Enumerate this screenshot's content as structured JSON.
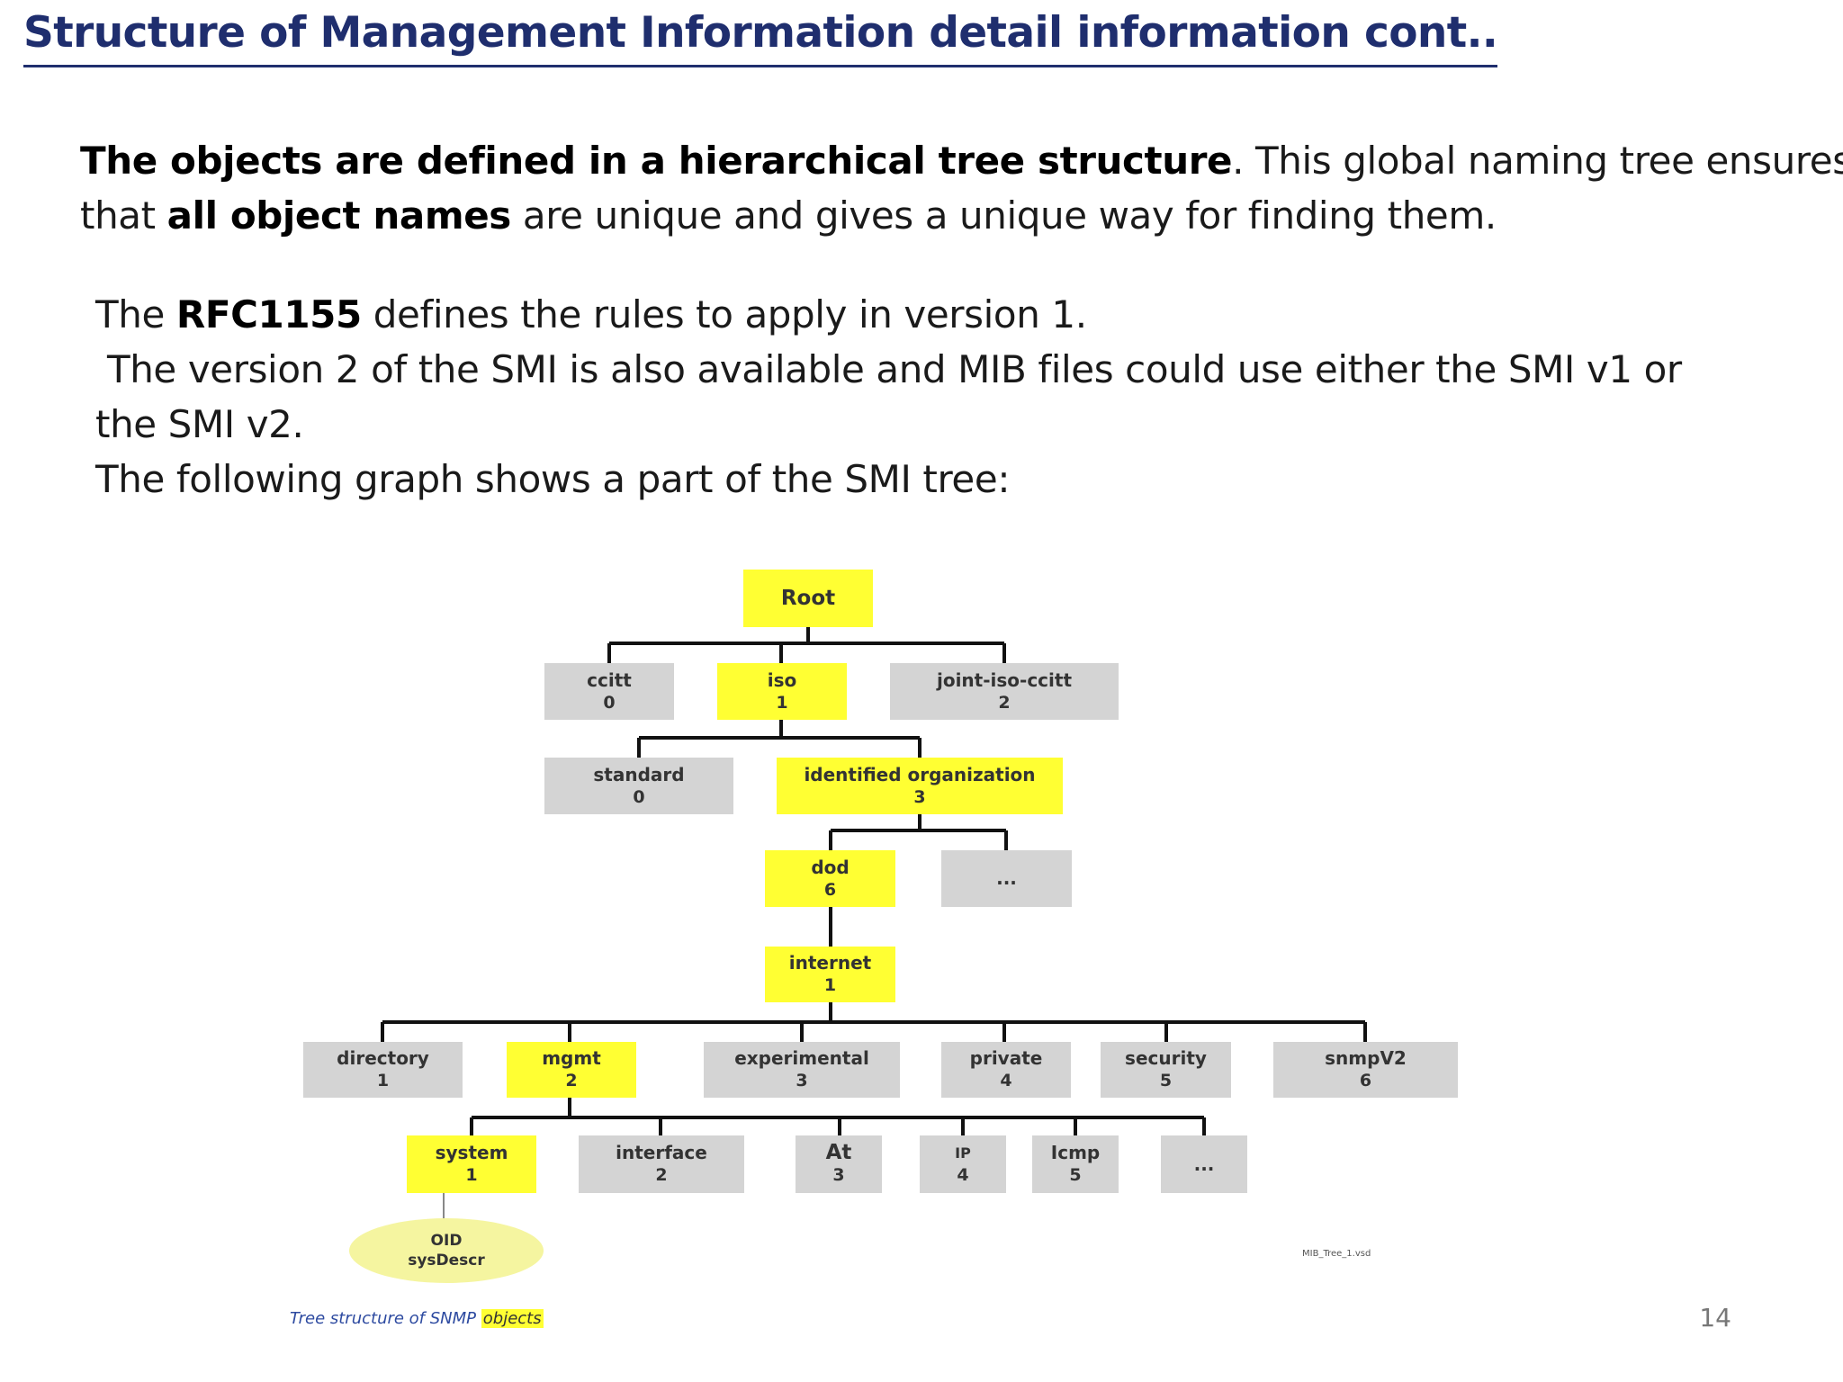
{
  "slide": {
    "title": "Structure of Management Information detail information cont..",
    "para1": {
      "bold1": "The objects are defined in a hierarchical tree structure",
      "text1": ". This global naming tree ensures",
      "text2": "that ",
      "bold2": "all object names",
      "text3": " are unique and gives a unique way for finding them."
    },
    "para2": {
      "text1": "The ",
      "bold1": "RFC1155",
      "text2": " defines the rules to apply in version 1.",
      "line2": " The version 2 of the SMI is also available and MIB files could use either the SMI v1 or",
      "line3": "the SMI v2.",
      "line4": "The following graph shows a part of the SMI tree:"
    },
    "page_number": "14"
  },
  "tree": {
    "root": {
      "label": "Root"
    },
    "ccitt": {
      "label": "ccitt",
      "num": "0"
    },
    "iso": {
      "label": "iso",
      "num": "1"
    },
    "joint": {
      "label": "joint-iso-ccitt",
      "num": "2"
    },
    "standard": {
      "label": "standard",
      "num": "0"
    },
    "identified": {
      "label": "identified organization",
      "num": "3"
    },
    "dod": {
      "label": "dod",
      "num": "6"
    },
    "dots1": {
      "label": "..."
    },
    "internet": {
      "label": "internet",
      "num": "1"
    },
    "directory": {
      "label": "directory",
      "num": "1"
    },
    "mgmt": {
      "label": "mgmt",
      "num": "2"
    },
    "experimental": {
      "label": "experimental",
      "num": "3"
    },
    "private": {
      "label": "private",
      "num": "4"
    },
    "security": {
      "label": "security",
      "num": "5"
    },
    "snmpv2": {
      "label": "snmpV2",
      "num": "6"
    },
    "system": {
      "label": "system",
      "num": "1"
    },
    "interface": {
      "label": "interface",
      "num": "2"
    },
    "at": {
      "label": "At",
      "num": "3"
    },
    "ip": {
      "label": "IP",
      "num": "4"
    },
    "icmp": {
      "label": "Icmp",
      "num": "5"
    },
    "dots2": {
      "label": "..."
    },
    "oid": {
      "line1": "OID",
      "line2": "sysDescr"
    },
    "visio_label": "MIB_Tree_1.vsd",
    "caption_prefix": "Tree structure of SNMP ",
    "caption_highlight": "objects"
  },
  "colors": {
    "title": "#1f2e6e",
    "highlight_node": "#ffff33",
    "gray_node": "#d4d4d4",
    "oid_ellipse": "#f5f5a0"
  }
}
